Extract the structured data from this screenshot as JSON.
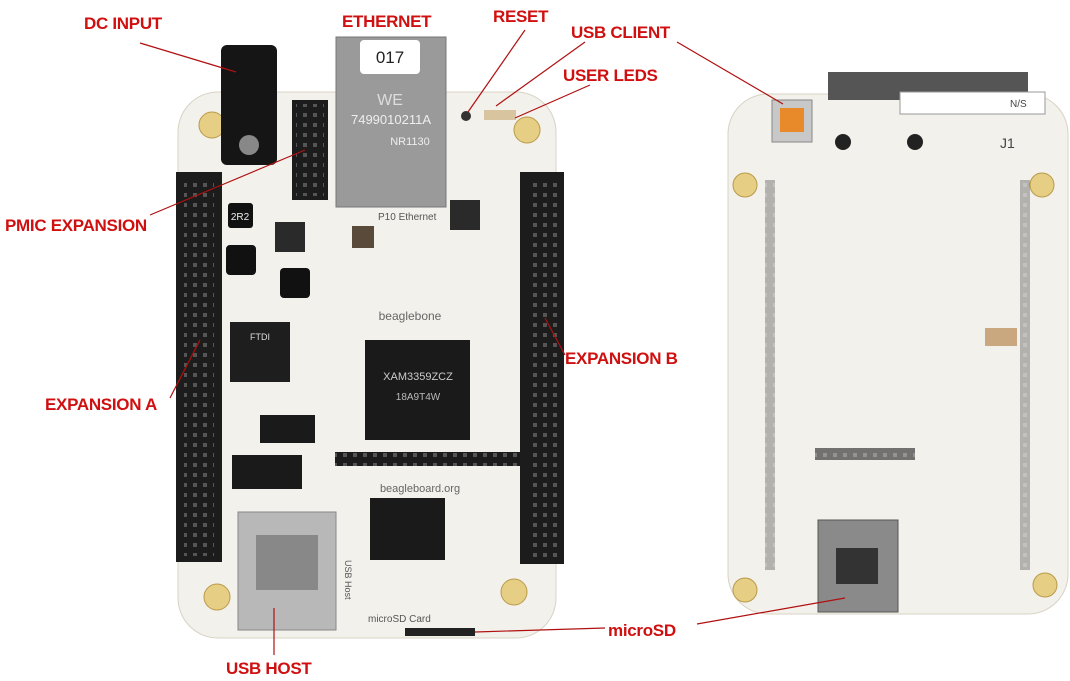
{
  "labels": {
    "dc_input": "DC INPUT",
    "ethernet": "ETHERNET",
    "reset": "RESET",
    "usb_client": "USB CLIENT",
    "user_leds": "USER LEDS",
    "pmic_expansion": "PMIC EXPANSION",
    "expansion_b": "EXPANSION B",
    "expansion_a": "EXPANSION A",
    "usb_host": "USB HOST",
    "microsd": "microSD"
  },
  "board_markings": {
    "jack_tag": "017",
    "jack_brand": "WE",
    "jack_part": "7499010211A",
    "jack_code": "NR1130",
    "ethernet_silk": "P10 Ethernet",
    "logo_top": "beaglebone",
    "cpu": "XAM3359ZCZ",
    "cpu_line2": "18A9T4W",
    "logo_bottom": "beagleboard.org",
    "inductor": "2R2",
    "ftdi": "FTDI",
    "sd_silk": "microSD Card",
    "usb_host_silk": "USB Host",
    "back_ns": "N/S",
    "back_j1": "J1"
  },
  "colors": {
    "label": "#d01010",
    "board": "#f3f1ec",
    "header": "#1c1c1c"
  }
}
